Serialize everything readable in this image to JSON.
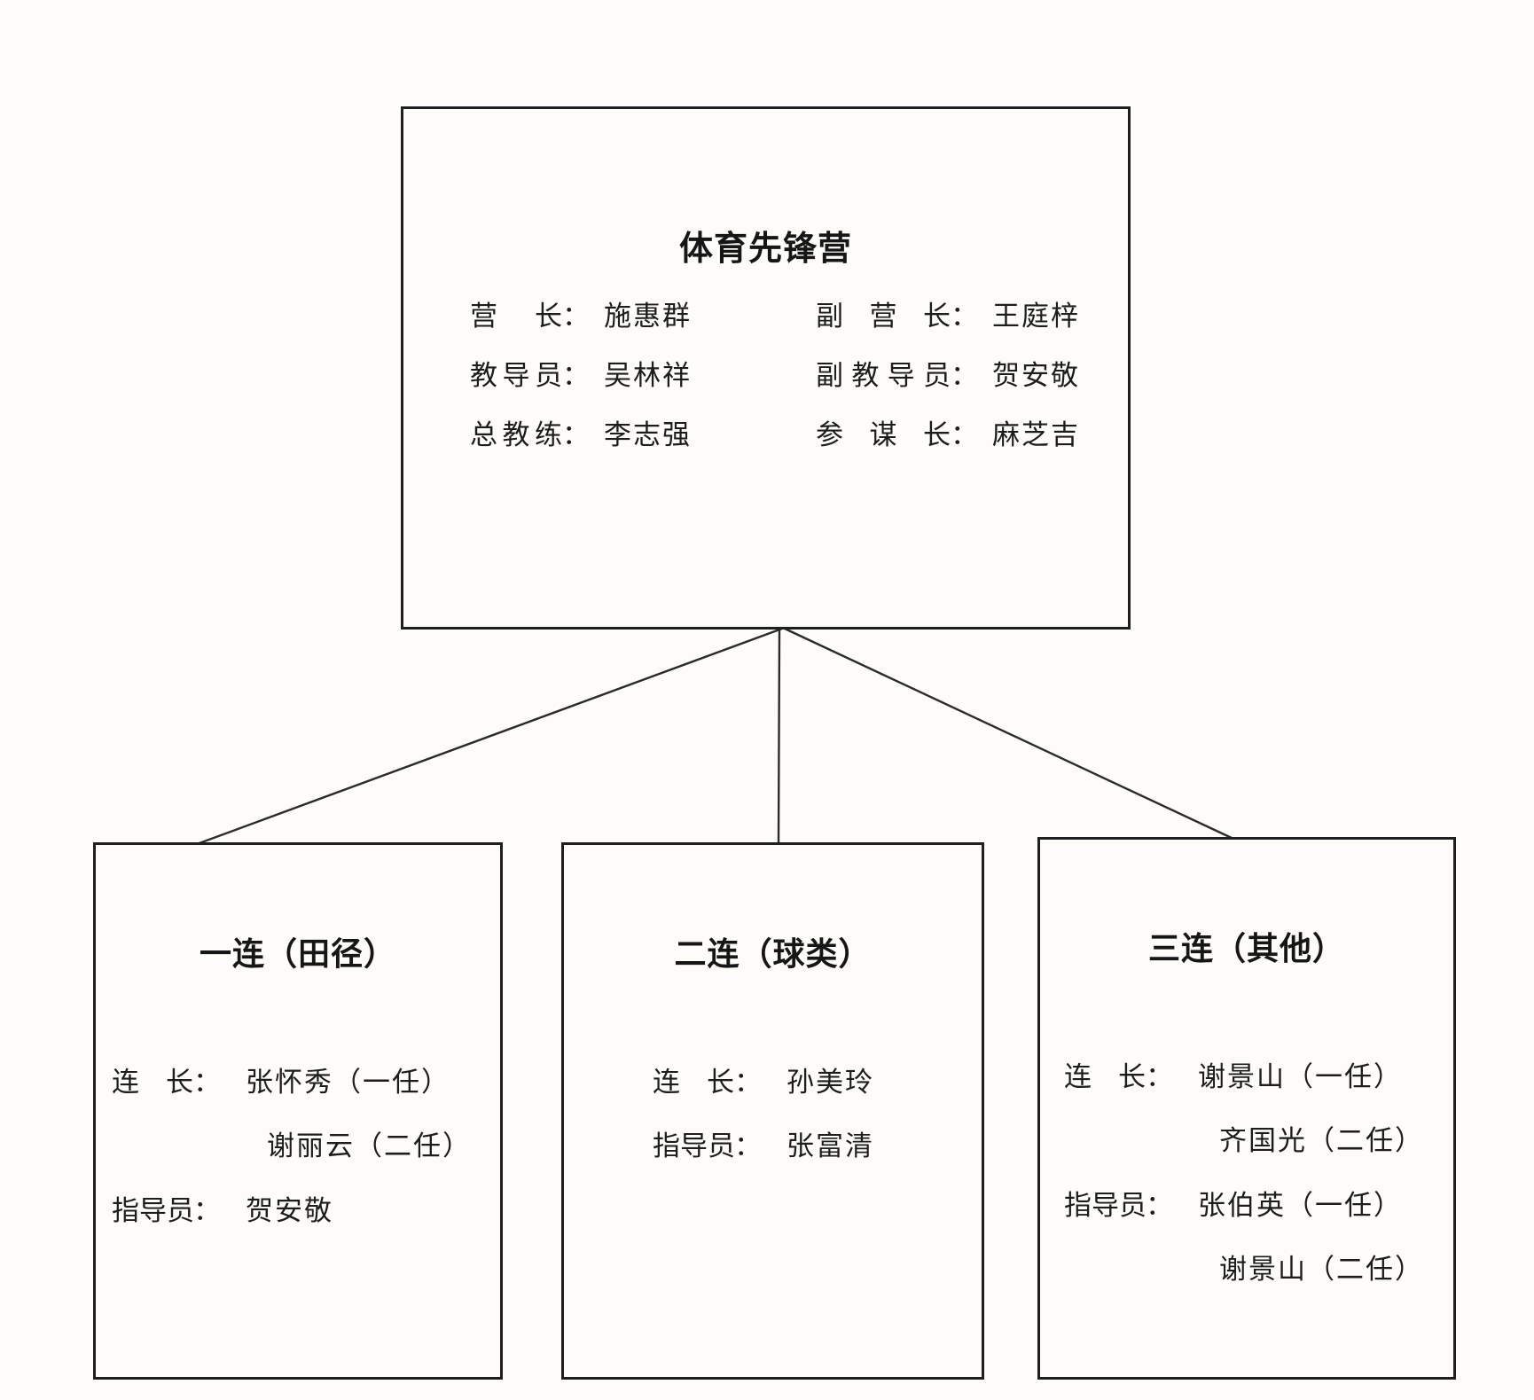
{
  "diagram": {
    "colon": "：",
    "battalion": {
      "title": "体育先锋营",
      "left_rows": [
        {
          "label": "营长",
          "name": "施惠群"
        },
        {
          "label": "教导员",
          "name": "吴林祥"
        },
        {
          "label": "总教练",
          "name": "李志强"
        }
      ],
      "right_rows": [
        {
          "label": "副营长",
          "name": "王庭梓"
        },
        {
          "label": "副教导员",
          "name": "贺安敬"
        },
        {
          "label": "参谋长",
          "name": "麻芝吉"
        }
      ]
    },
    "companies": [
      {
        "title": "一连（田径）",
        "rows": [
          {
            "label": "连长",
            "name": "张怀秀（一任）"
          },
          {
            "label": "",
            "name": "谢丽云（二任）"
          },
          {
            "label": "指导员",
            "name": "贺安敬"
          }
        ]
      },
      {
        "title": "二连（球类）",
        "rows": [
          {
            "label": "连长",
            "name": "孙美玲"
          },
          {
            "label": "指导员",
            "name": "张富清"
          }
        ]
      },
      {
        "title": "三连（其他）",
        "rows": [
          {
            "label": "连长",
            "name": "谢景山（一任）"
          },
          {
            "label": "",
            "name": "齐国光（二任）"
          },
          {
            "label": "指导员",
            "name": "张伯英（一任）"
          },
          {
            "label": "",
            "name": "谢景山（二任）"
          }
        ]
      }
    ]
  }
}
